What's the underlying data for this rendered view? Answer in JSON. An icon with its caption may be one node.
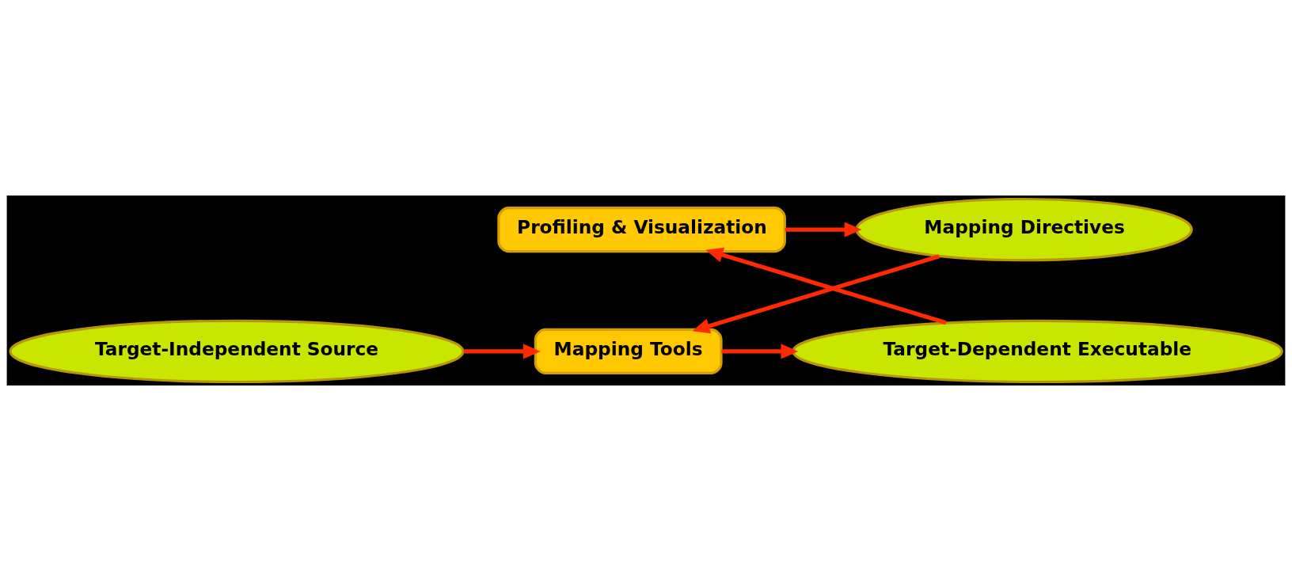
{
  "diagram": {
    "nodes": [
      {
        "text": [
          "Mapping Directives"
        ]
      },
      {
        "text": [
          "Profiling & Visualization"
        ]
      },
      {
        "text": [
          "Target-Independent Source"
        ]
      },
      {
        "text": [
          "Mapping Tools"
        ]
      },
      {
        "text": [
          "Target-Dependent Executable"
        ]
      }
    ],
    "edges": [
      {
        "from": 1,
        "to": 0,
        "arrow": "to"
      },
      {
        "from": 0,
        "to": 3,
        "arrow": "to"
      },
      {
        "from": 2,
        "to": 3,
        "arrow": "to"
      },
      {
        "from": 3,
        "to": 4,
        "arrow": "to"
      },
      {
        "from": 4,
        "to": 1,
        "arrow": "to"
      }
    ]
  }
}
